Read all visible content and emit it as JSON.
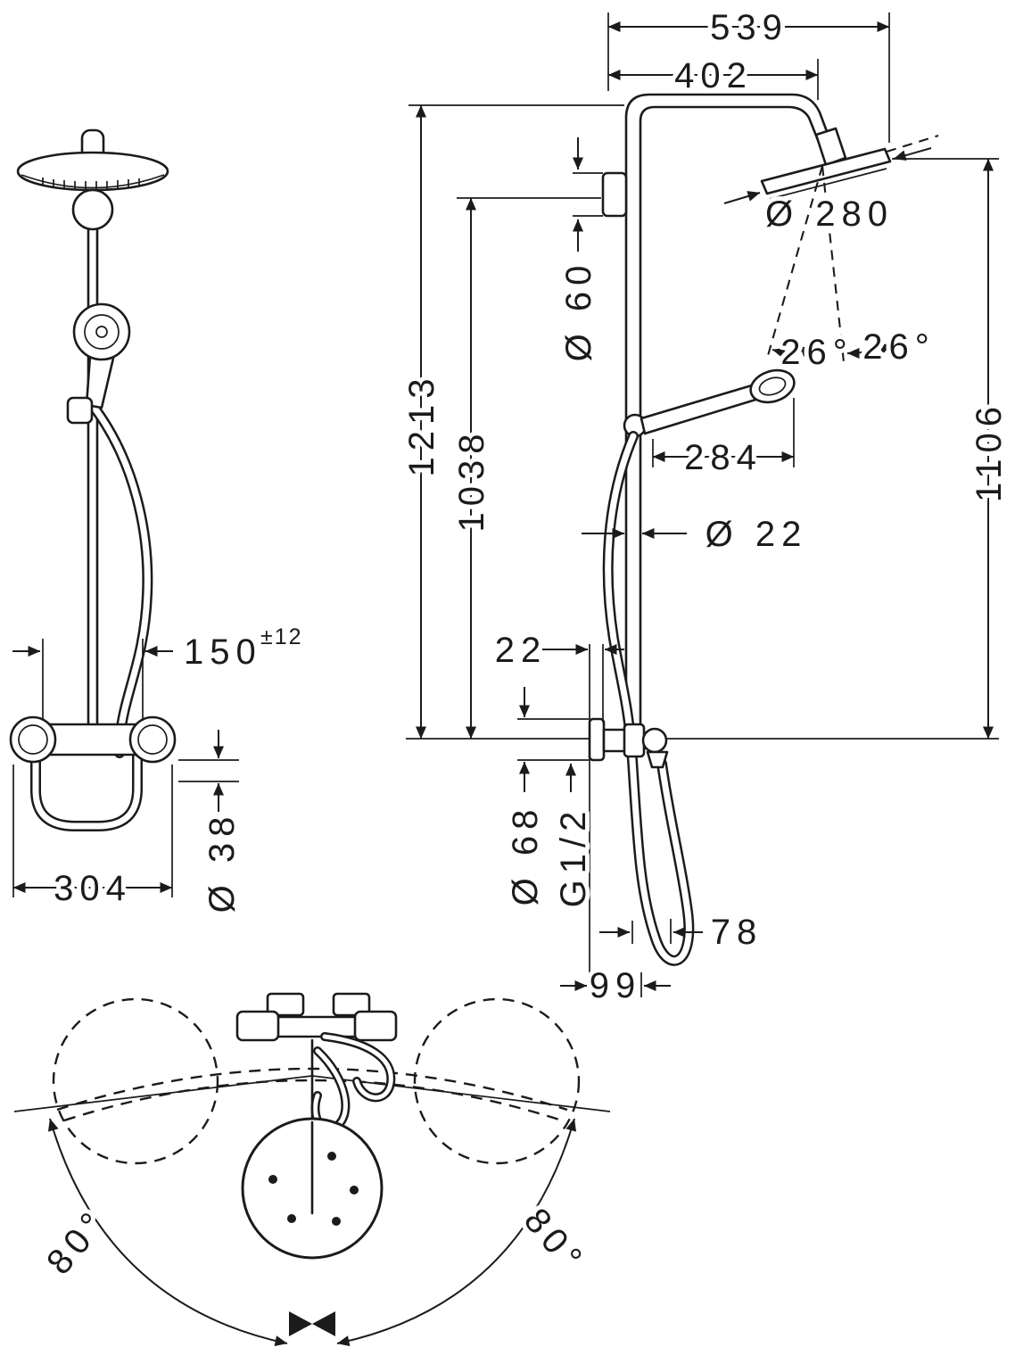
{
  "front_view": {
    "dim_width_connections": "150",
    "dim_width_connections_tol": "±12",
    "dim_width_total": "304",
    "dim_hose_bend": "Ø 38"
  },
  "side_view": {
    "dim_depth_total": "539",
    "dim_depth_arm": "402",
    "dim_head_diameter": "Ø 280",
    "dim_flange_diameter": "Ø 60",
    "dim_height_total": "1213",
    "dim_height_flange": "1038",
    "dim_height_head": "1106",
    "dim_head_tilt_back": "26°",
    "dim_head_tilt_front": "26°",
    "dim_handshower_reach": "284",
    "dim_pipe_diameter": "Ø 22",
    "dim_wall_offset": "22",
    "dim_escutcheon_diameter": "Ø 68",
    "dim_thread": "G1/2",
    "dim_hose_loop_depth": "78",
    "dim_hose_loop_offset": "99"
  },
  "top_view": {
    "dim_swivel_left": "80°",
    "dim_swivel_right": "80°"
  }
}
